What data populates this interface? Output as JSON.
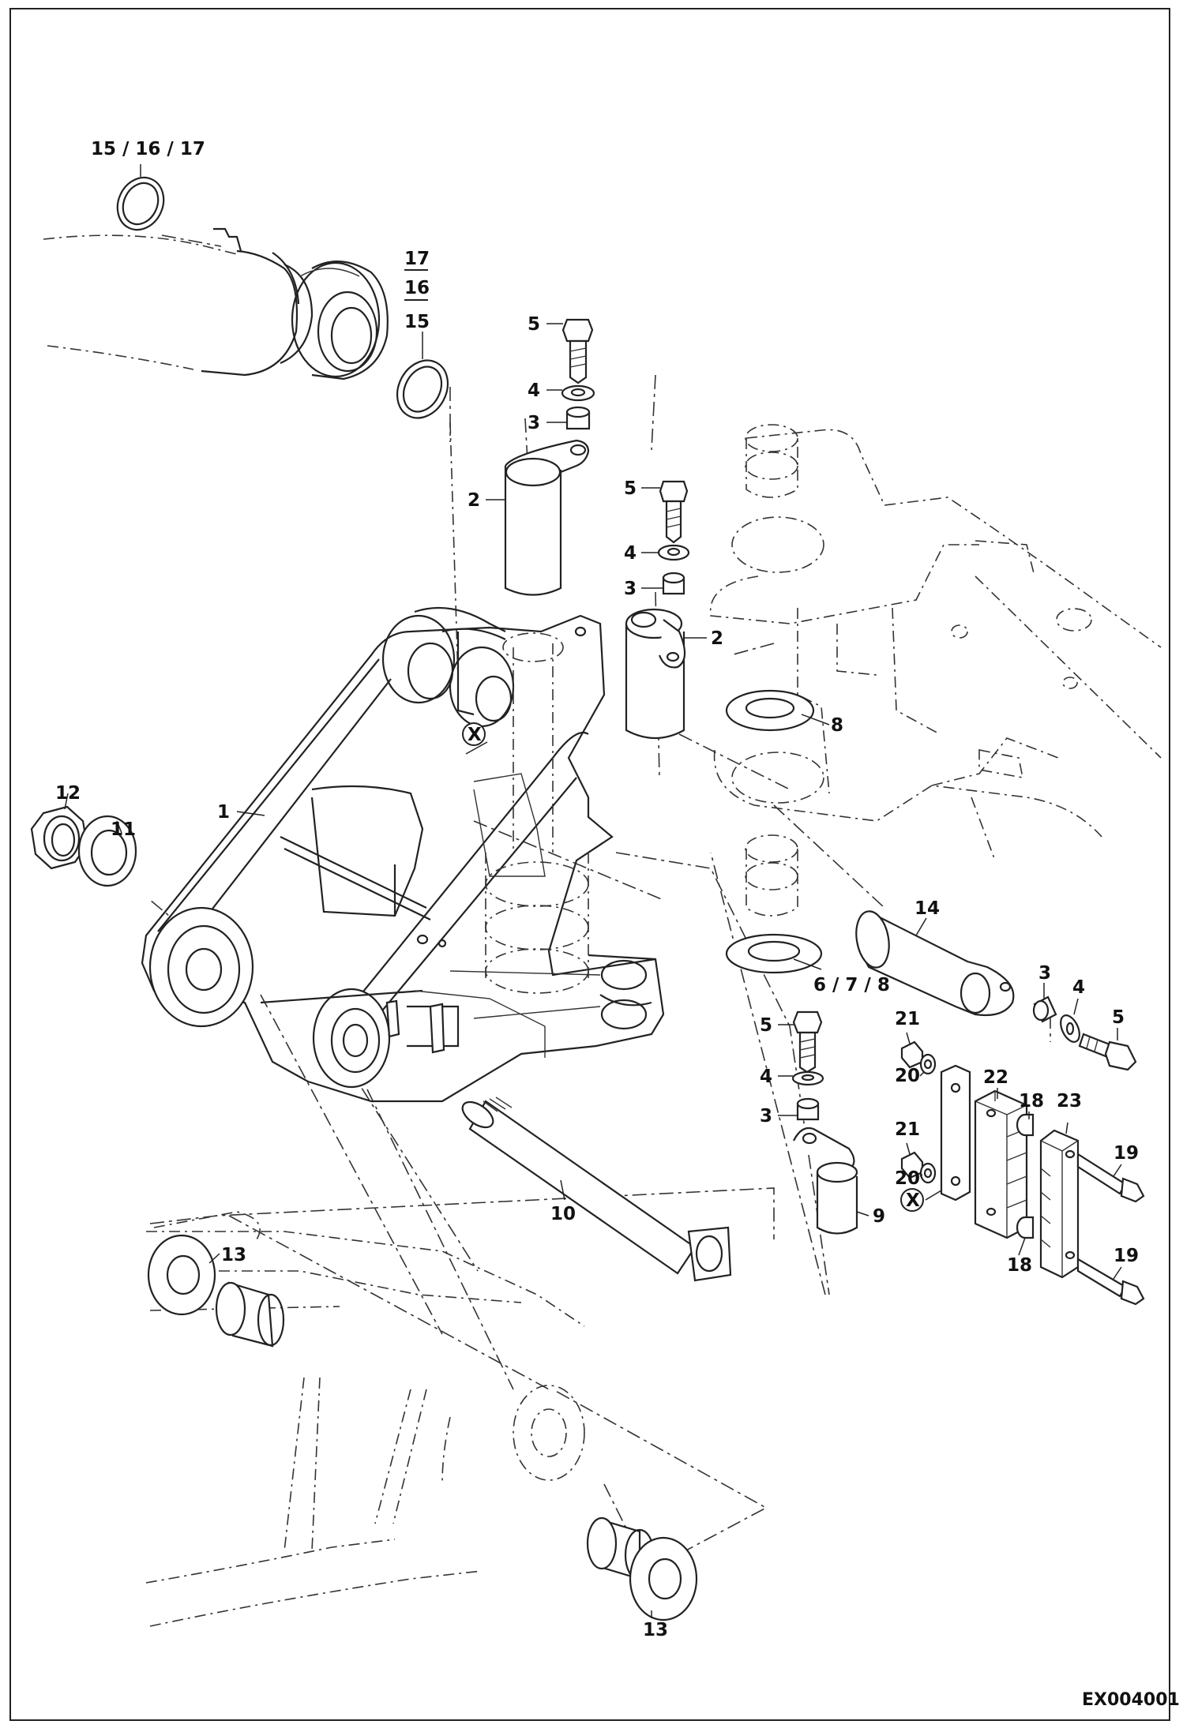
{
  "drawing": {
    "code": "EX004001",
    "callouts": {
      "c1": "1",
      "c2a": "2",
      "c2b": "2",
      "c3a": "3",
      "c3b": "3",
      "c3c": "3",
      "c3d": "3",
      "c4a": "4",
      "c4b": "4",
      "c4c": "4",
      "c4d": "4",
      "c5a": "5",
      "c5b": "5",
      "c5c": "5",
      "c5d": "5",
      "c678": "6 / 7 / 8",
      "c8": "8",
      "c9": "9",
      "c10": "10",
      "c11": "11",
      "c12": "12",
      "c13a": "13",
      "c13b": "13",
      "c14": "14",
      "c151617": "15 / 16 / 17",
      "c17": "17",
      "c16": "16",
      "c15": "15",
      "c18a": "18",
      "c18b": "18",
      "c19a": "19",
      "c19b": "19",
      "c20a": "20",
      "c20b": "20",
      "c21a": "21",
      "c21b": "21",
      "c22": "22",
      "c23": "23",
      "xa": "X",
      "xb": "X"
    }
  }
}
